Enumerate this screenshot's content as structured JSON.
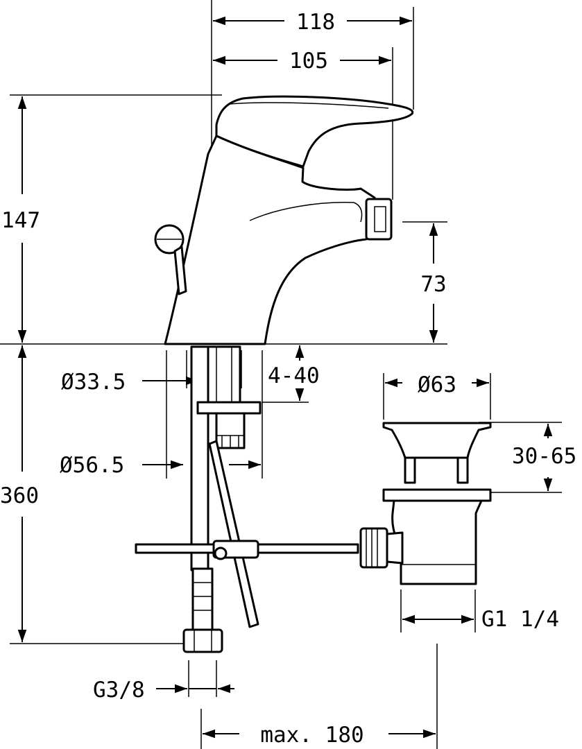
{
  "dimensions": {
    "width_overall": "118",
    "width_spout": "105",
    "height_total": "147",
    "height_spout": "73",
    "height_install": "360",
    "hole_diameter": "Ø33.5",
    "base_diameter": "Ø56.5",
    "deck_thickness": "4-40",
    "waste_diameter": "Ø63",
    "waste_height": "30-65",
    "waste_thread": "G1  1/4",
    "supply_thread": "G3/8",
    "max_distance": "max. 180"
  }
}
